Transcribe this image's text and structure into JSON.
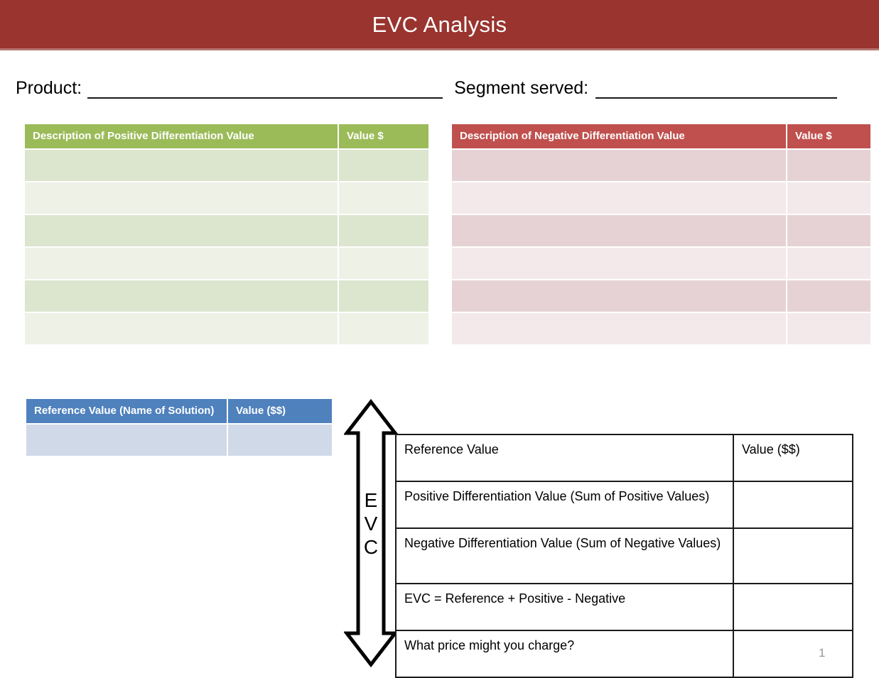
{
  "slide": {
    "title": "EVC Analysis",
    "page_number": "1",
    "banner_color": "#99342F"
  },
  "form": {
    "product_label": "Product:",
    "segment_label": "Segment served:"
  },
  "positive_table": {
    "header_color": "#9BBB59",
    "columns": [
      "Description of Positive Differentiation Value",
      "Value $"
    ],
    "row_count": 6,
    "rows": [
      [
        "",
        ""
      ],
      [
        "",
        ""
      ],
      [
        "",
        ""
      ],
      [
        "",
        ""
      ],
      [
        "",
        ""
      ],
      [
        "",
        ""
      ]
    ]
  },
  "negative_table": {
    "header_color": "#C0504D",
    "columns": [
      "Description of Negative Differentiation Value",
      "Value $"
    ],
    "row_count": 6,
    "rows": [
      [
        "",
        ""
      ],
      [
        "",
        ""
      ],
      [
        "",
        ""
      ],
      [
        "",
        ""
      ],
      [
        "",
        ""
      ],
      [
        "",
        ""
      ]
    ]
  },
  "reference_table": {
    "header_color": "#4F81BD",
    "columns": [
      "Reference Value (Name of Solution)",
      "Value ($$)"
    ],
    "rows": [
      [
        "",
        ""
      ]
    ]
  },
  "evc_arrow": {
    "letters": [
      "E",
      "V",
      "C"
    ],
    "label": "EVC"
  },
  "summary_table": {
    "rows": [
      {
        "label": "Reference Value",
        "value": ""
      },
      {
        "label": "Positive Differentiation Value (Sum of Positive Values)",
        "value": ""
      },
      {
        "label": "Negative Differentiation Value (Sum of Negative Values)",
        "value": ""
      },
      {
        "label": "EVC = Reference + Positive - Negative",
        "value": ""
      },
      {
        "label": "What price might you charge?",
        "value": ""
      }
    ],
    "value_header": "Value ($$)"
  }
}
